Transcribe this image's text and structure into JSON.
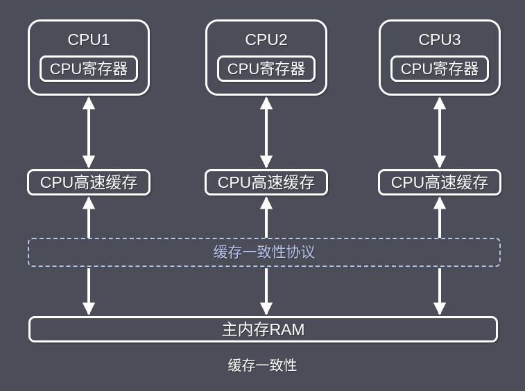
{
  "diagram": {
    "title": "缓存一致性",
    "cpus": [
      {
        "label": "CPU1",
        "register": "CPU寄存器",
        "cache": "CPU高速缓存"
      },
      {
        "label": "CPU2",
        "register": "CPU寄存器",
        "cache": "CPU高速缓存"
      },
      {
        "label": "CPU3",
        "register": "CPU寄存器",
        "cache": "CPU高速缓存"
      }
    ],
    "protocol_label": "缓存一致性协议",
    "memory_label": "主内存RAM",
    "colors": {
      "background": "#4b4e58",
      "box_border": "#ffffff",
      "text": "#ffffff",
      "protocol": "#b8c3ea"
    }
  }
}
